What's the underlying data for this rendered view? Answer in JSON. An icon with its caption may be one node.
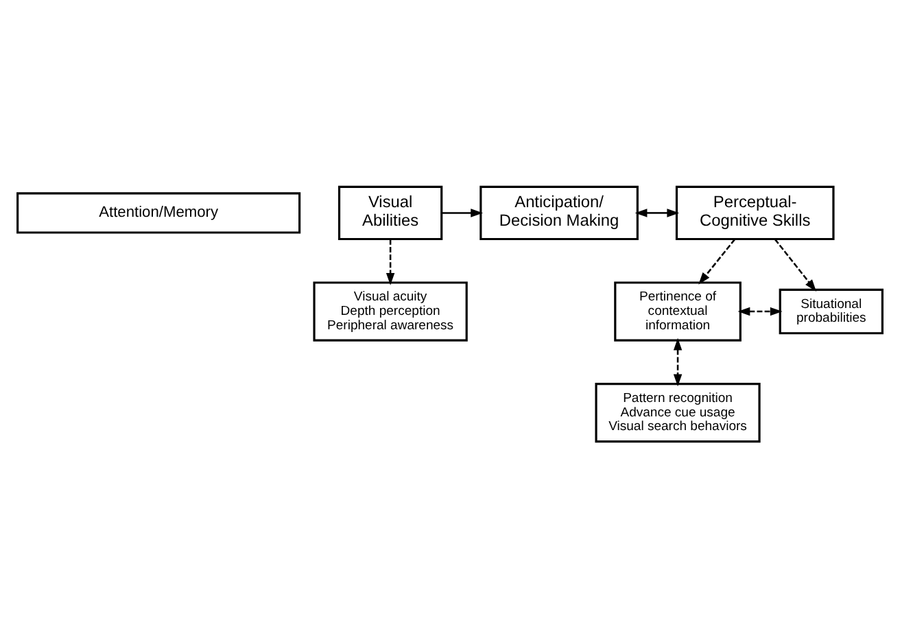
{
  "diagram": {
    "nodes": [
      {
        "text": [
          "Attention/Memory"
        ]
      },
      {
        "text": [
          "Visual Abilities"
        ]
      },
      {
        "text": [
          "Anticipation/ Decision Making"
        ]
      },
      {
        "text": [
          "Perceptual- Cognitive Skills"
        ]
      },
      {
        "text": [
          "Visual acuity",
          "Depth perception",
          "Peripheral awareness"
        ]
      },
      {
        "text": [
          "Pertinence of contextual information"
        ]
      },
      {
        "text": [
          "Situational probabilities"
        ]
      },
      {
        "text": [
          "Pattern recognition",
          "Advance cue usage",
          "Visual search behaviors"
        ]
      }
    ],
    "edges": [
      {
        "from": 1,
        "to": 2,
        "arrow": "to"
      },
      {
        "from": 2,
        "to": 3,
        "arrow": "both"
      },
      {
        "from": 1,
        "to": 4,
        "arrow": "to",
        "style": "dashed"
      },
      {
        "from": 3,
        "to": 5,
        "arrow": "to",
        "style": "dashed"
      },
      {
        "from": 3,
        "to": 6,
        "arrow": "to",
        "style": "dashed"
      },
      {
        "from": 5,
        "to": 6,
        "arrow": "both",
        "style": "dashed"
      },
      {
        "from": 5,
        "to": 7,
        "arrow": "both",
        "style": "dashed"
      }
    ]
  }
}
